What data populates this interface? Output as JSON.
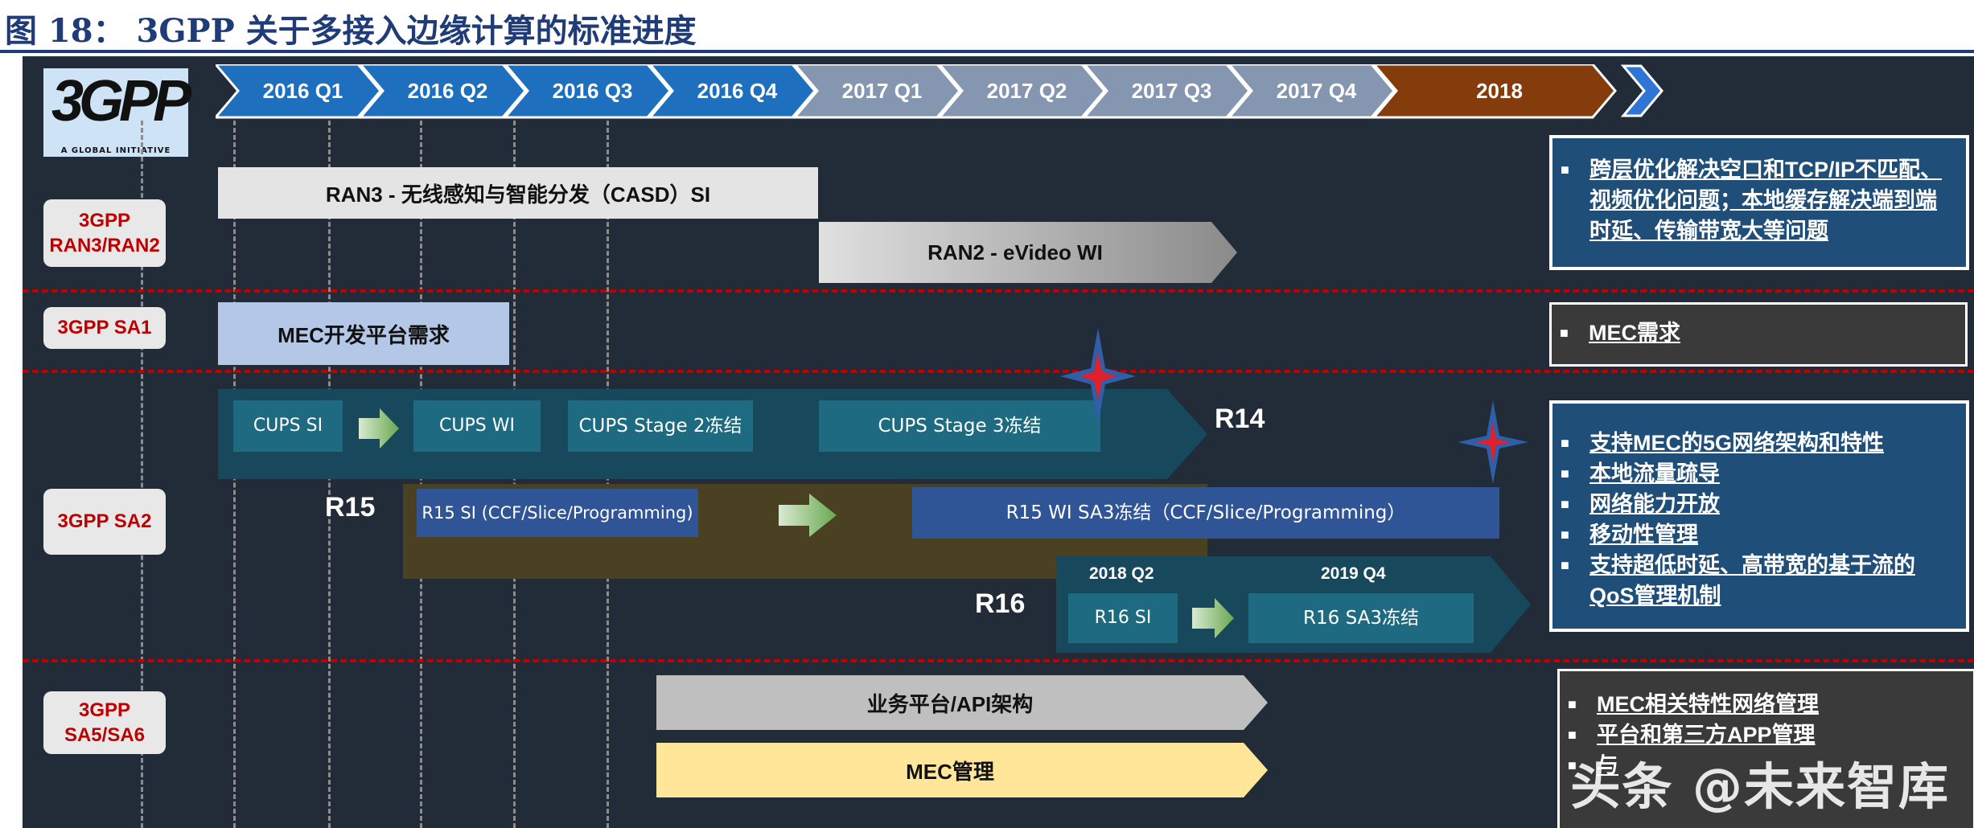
{
  "figure": {
    "title": "图 18：  3GPP 关于多接入边缘计算的标准进度"
  },
  "logo": {
    "text": "3GPP",
    "tagline": "A GLOBAL INITIATIVE"
  },
  "timeline": [
    {
      "label": "2016 Q1",
      "color": "#1f6fbf"
    },
    {
      "label": "2016 Q2",
      "color": "#1f6fbf"
    },
    {
      "label": "2016 Q3",
      "color": "#1f6fbf"
    },
    {
      "label": "2016 Q4",
      "color": "#1f6fbf"
    },
    {
      "label": "2017 Q1",
      "color": "#8496b0"
    },
    {
      "label": "2017 Q2",
      "color": "#8496b0"
    },
    {
      "label": "2017 Q3",
      "color": "#8496b0"
    },
    {
      "label": "2017 Q4",
      "color": "#8496b0"
    },
    {
      "label": "2018",
      "color": "#843c0c"
    }
  ],
  "groups": [
    {
      "label": "3GPP RAN3/RAN2"
    },
    {
      "label": "3GPP SA1"
    },
    {
      "label": "3GPP SA2"
    },
    {
      "label": "3GPP SA5/SA6"
    }
  ],
  "bars": {
    "ran3": "RAN3 - 无线感知与智能分发（CASD）SI",
    "ran2": "RAN2 - eVideo WI",
    "sa1": "MEC开发平台需求",
    "sa56_api": "业务平台/API架构",
    "sa56_mec": "MEC管理"
  },
  "sa2": {
    "cups_si": "CUPS SI",
    "cups_wi": "CUPS WI",
    "cups_stage2": "CUPS Stage 2冻结",
    "cups_stage3": "CUPS  Stage 3冻结",
    "r14": "R14",
    "r15": "R15",
    "r15_si": "R15 SI (CCF/Slice/Programming)",
    "r15_wi": "R15 WI SA3冻结（CCF/Slice/Programming）",
    "r16": "R16",
    "r16_q_start": "2018 Q2",
    "r16_q_end": "2019 Q4",
    "r16_si": "R16 SI",
    "r16_sa3": "R16 SA3冻结"
  },
  "notes": {
    "ran": [
      "跨层优化解决空口和TCP/IP不匹配、视频优化问题；本地缓存解决端到端时延、传输带宽大等问题"
    ],
    "sa1": [
      "MEC需求"
    ],
    "sa2": [
      "支持MEC的5G网络架构和特性",
      "本地流量疏导",
      "网络能力开放",
      "移动性管理",
      "支持超低时延、高带宽的基于流的QoS管理机制"
    ],
    "sa56": [
      "MEC相关特性网络管理",
      "平台和第三方APP管理",
      "与"
    ]
  },
  "watermark": "头条 @未来智库",
  "colors": {
    "accent_red": "#c00000",
    "bg": "#222b38",
    "title_blue": "#1f3c78"
  }
}
